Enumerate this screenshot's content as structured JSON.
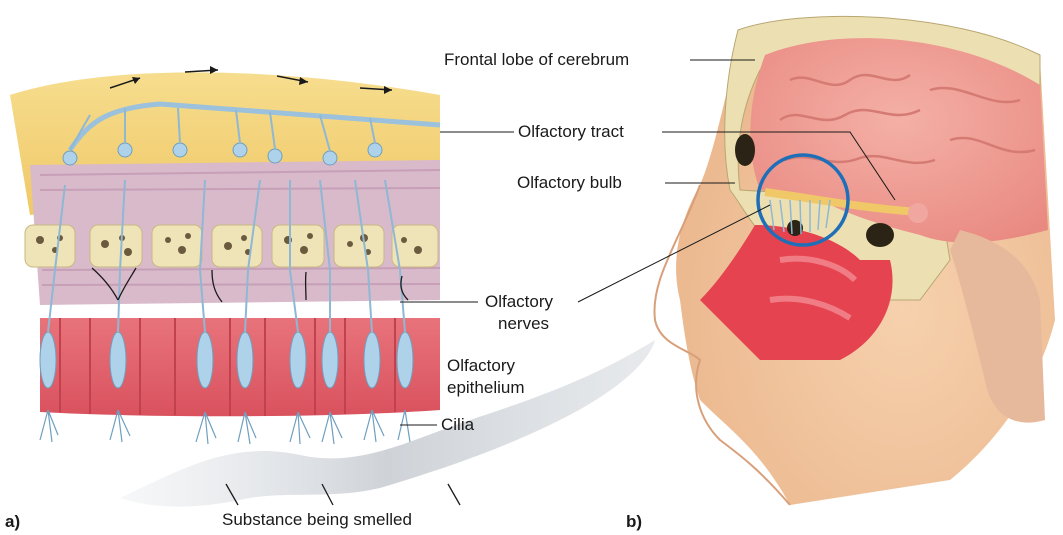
{
  "figure": {
    "panel_a": {
      "tag": "a)"
    },
    "panel_b": {
      "tag": "b)"
    }
  },
  "labels": {
    "frontal_lobe": "Frontal lobe of cerebrum",
    "olfactory_tract": "Olfactory tract",
    "olfactory_bulb": "Olfactory bulb",
    "olfactory_nerves_line1": "Olfactory",
    "olfactory_nerves_line2": "nerves",
    "olfactory_epithelium_line1": "Olfactory",
    "olfactory_epithelium_line2": "epithelium",
    "cilia": "Cilia",
    "substance": "Substance being smelled"
  },
  "colors": {
    "bulb_yellow": "#f3cf72",
    "membrane_purple": "#d7b6c8",
    "bone_cream": "#efe3b8",
    "epithelium_red": "#e0606a",
    "neuron_blue": "#a8cde6",
    "brain_pink": "#ef9d95",
    "skin": "#f2c39a",
    "nasal_red": "#e4434e",
    "highlight_circle": "#1f6fb8",
    "odor_smoke": "#cfd3d8"
  }
}
